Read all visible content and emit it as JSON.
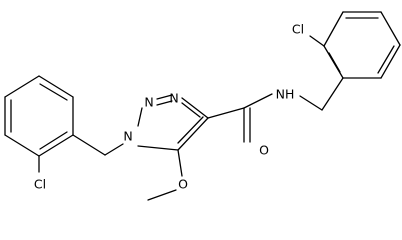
{
  "structure": {
    "atom_labels": {
      "cl_top": "Cl",
      "cl_bottom": "Cl",
      "n_ring_1": "N",
      "n_ring_2": "N",
      "n_ring_3": "N",
      "nh_amide": "NH",
      "o_carbonyl": "O",
      "o_methoxy": "O"
    }
  }
}
